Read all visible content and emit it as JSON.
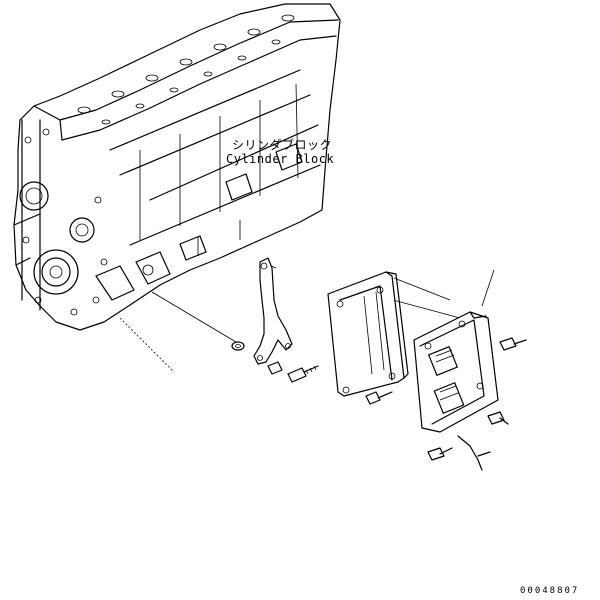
{
  "labels": {
    "cylinder_block_jp": "シリンダブロック",
    "cylinder_block_en": "Cylinder Block"
  },
  "footer": {
    "part_number": "00048807"
  }
}
